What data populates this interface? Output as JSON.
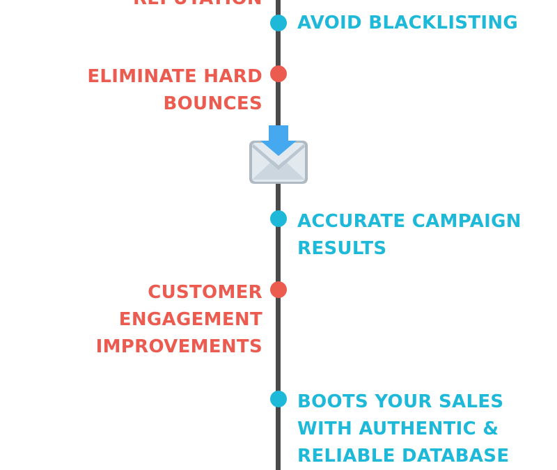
{
  "colors": {
    "left_accent": "#ec5b50",
    "right_accent": "#1eb8d9",
    "timeline": "#4a4a4a"
  },
  "icon": "envelope-download-icon",
  "left_items": [
    {
      "text": "REPUTATION"
    },
    {
      "text": "ELIMINATE HARD\nBOUNCES"
    },
    {
      "text": "CUSTOMER\nENGAGEMENT\nIMPROVEMENTS"
    }
  ],
  "right_items": [
    {
      "text": "AVOID BLACKLISTING"
    },
    {
      "text": "ACCURATE CAMPAIGN\nRESULTS"
    },
    {
      "text": "BOOTS YOUR SALES\nWITH AUTHENTIC &\nRELIABLE DATABASE"
    }
  ]
}
